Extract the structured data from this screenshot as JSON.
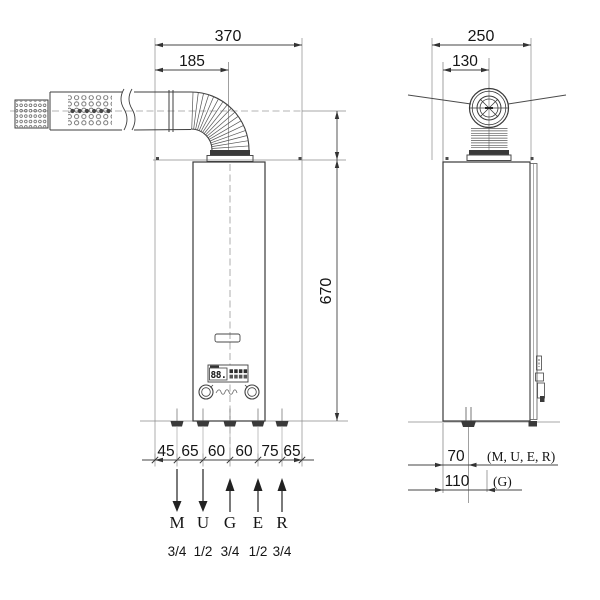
{
  "front_view": {
    "width_dim": "370",
    "flue_offset_dim": "185",
    "height_dim": "670",
    "bottom_segments": [
      "45",
      "65",
      "60",
      "60",
      "75",
      "65"
    ],
    "display_value": "88.",
    "connections": [
      {
        "label": "M",
        "size": "3/4",
        "direction": "down"
      },
      {
        "label": "U",
        "size": "1/2",
        "direction": "down"
      },
      {
        "label": "G",
        "size": "3/4",
        "direction": "up"
      },
      {
        "label": "E",
        "size": "1/2",
        "direction": "up"
      },
      {
        "label": "R",
        "size": "3/4",
        "direction": "up"
      }
    ]
  },
  "side_view": {
    "depth_dim": "250",
    "flue_offset_dim": "130",
    "hydraulic_depth_dim": "70",
    "hydraulic_depth_label": "(M, U, E, R)",
    "gas_depth_dim": "110",
    "gas_depth_label": "(G)"
  },
  "colors": {
    "line": "#3f3f3f",
    "dim_line": "#777777",
    "text": "#151515",
    "fill_dark": "#3a3a3a",
    "background": "#ffffff"
  }
}
